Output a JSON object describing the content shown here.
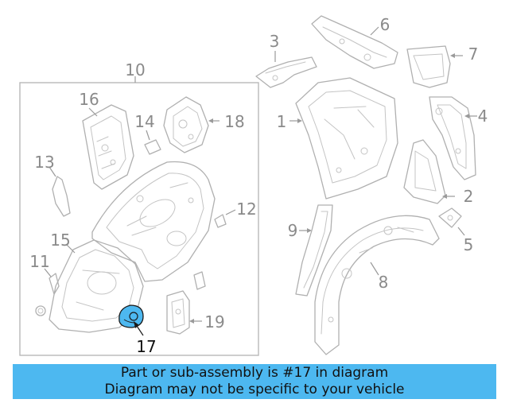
{
  "callouts": {
    "c1": "1",
    "c2": "2",
    "c3": "3",
    "c4": "4",
    "c5": "5",
    "c6": "6",
    "c7": "7",
    "c8": "8",
    "c9": "9",
    "c10": "10",
    "c11": "11",
    "c12": "12",
    "c13": "13",
    "c14": "14",
    "c15": "15",
    "c16": "16",
    "c17": "17",
    "c18": "18",
    "c19": "19"
  },
  "highlight": {
    "part": "17",
    "color": "#4db8f0"
  },
  "banner": {
    "line1": "Part or sub-assembly is #17 in diagram",
    "line2": "Diagram may not be specific to your vehicle"
  }
}
